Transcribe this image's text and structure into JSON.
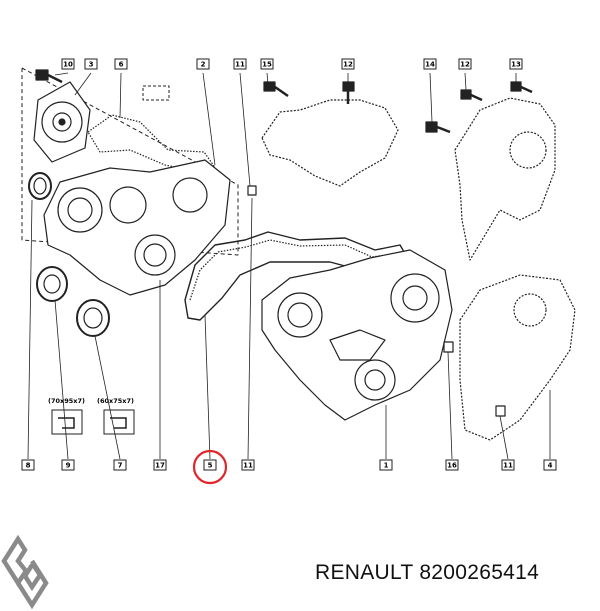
{
  "caption": {
    "brand": "RENAULT",
    "part_number": "8200265414"
  },
  "logo": {
    "name": "renault-diamond-logo",
    "color": "#8a8a8a"
  },
  "highlight": {
    "target_callout": "5",
    "color": "#e0262b"
  },
  "callouts": {
    "top": [
      "10",
      "3",
      "6",
      "2",
      "11",
      "15",
      "12",
      "14",
      "12",
      "13"
    ],
    "bottom": [
      "8",
      "9",
      "7",
      "17",
      "5",
      "11",
      "1",
      "16",
      "11",
      "4"
    ]
  },
  "seal_specs": [
    "(70x95x7)",
    "(60x75x7)"
  ]
}
